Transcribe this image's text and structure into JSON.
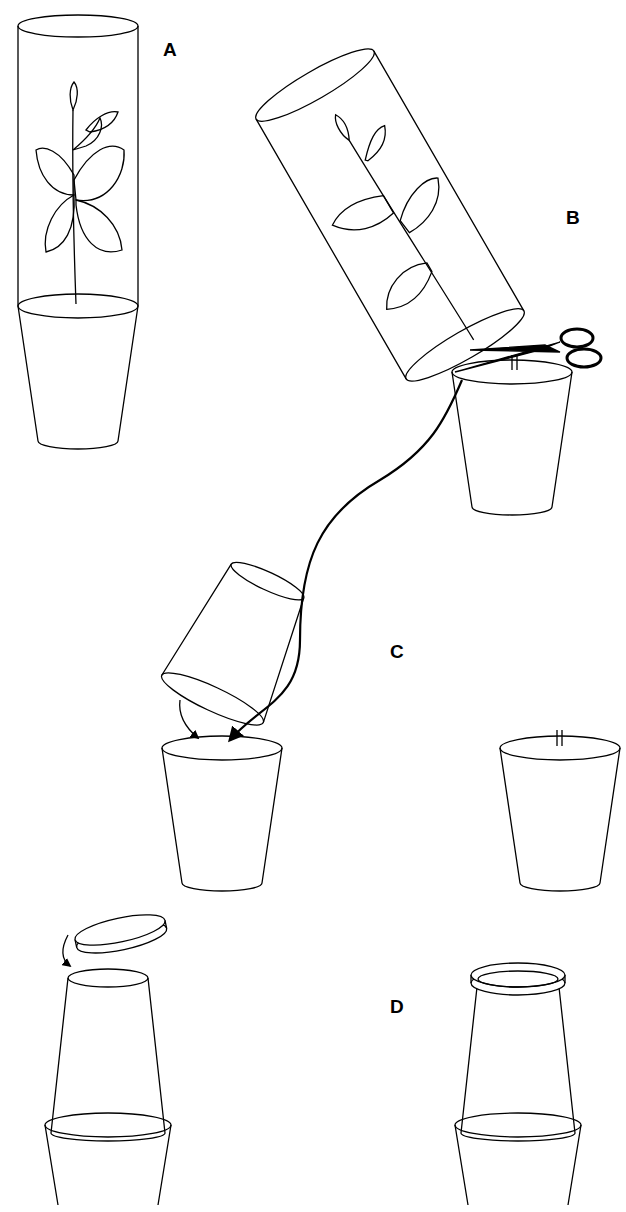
{
  "diagram": {
    "labels": [
      "A",
      "B",
      "C",
      "D"
    ]
  }
}
